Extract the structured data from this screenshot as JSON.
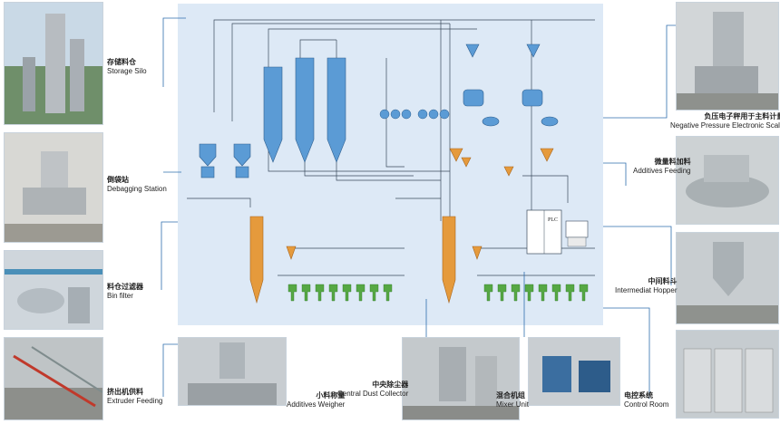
{
  "captions": {
    "storage_silo": {
      "zh": "存储料仓",
      "en": "Storage Silo"
    },
    "debagging_station": {
      "zh": "倒袋站",
      "en": "Debagging Station"
    },
    "bin_filter": {
      "zh": "料仓过滤器",
      "en": "Bin filter"
    },
    "extruder_feeding": {
      "zh": "挤出机供料",
      "en": "Extruder Feeding"
    },
    "additives_weigher": {
      "zh": "小料称量",
      "en": "Additives Weigher"
    },
    "central_dust_collector": {
      "zh": "中央除尘器",
      "en": "Central Dust Collector"
    },
    "mixer_unit": {
      "zh": "混合机组",
      "en": "Mixer Unit"
    },
    "control_room": {
      "zh": "电控系统",
      "en": "Control Room"
    },
    "negative_pressure_scale": {
      "zh": "负压电子秤用于主料计量",
      "en": "Negative Pressure Electronic Scale"
    },
    "additives_feeding": {
      "zh": "微量料加料",
      "en": "Additives Feeding"
    },
    "intermediate_hopper": {
      "zh": "中间料斗",
      "en": "Intermediat Hopper"
    }
  },
  "diagram": {
    "plc_label": "PLC"
  },
  "colors": {
    "panel_bg": "#dde9f6",
    "silo_blue": "#5b9bd5",
    "hopper_orange": "#e59a3c",
    "feeder_green": "#56a844",
    "pipe": "#3a4a5c",
    "leader_line": "#2f6fae"
  }
}
